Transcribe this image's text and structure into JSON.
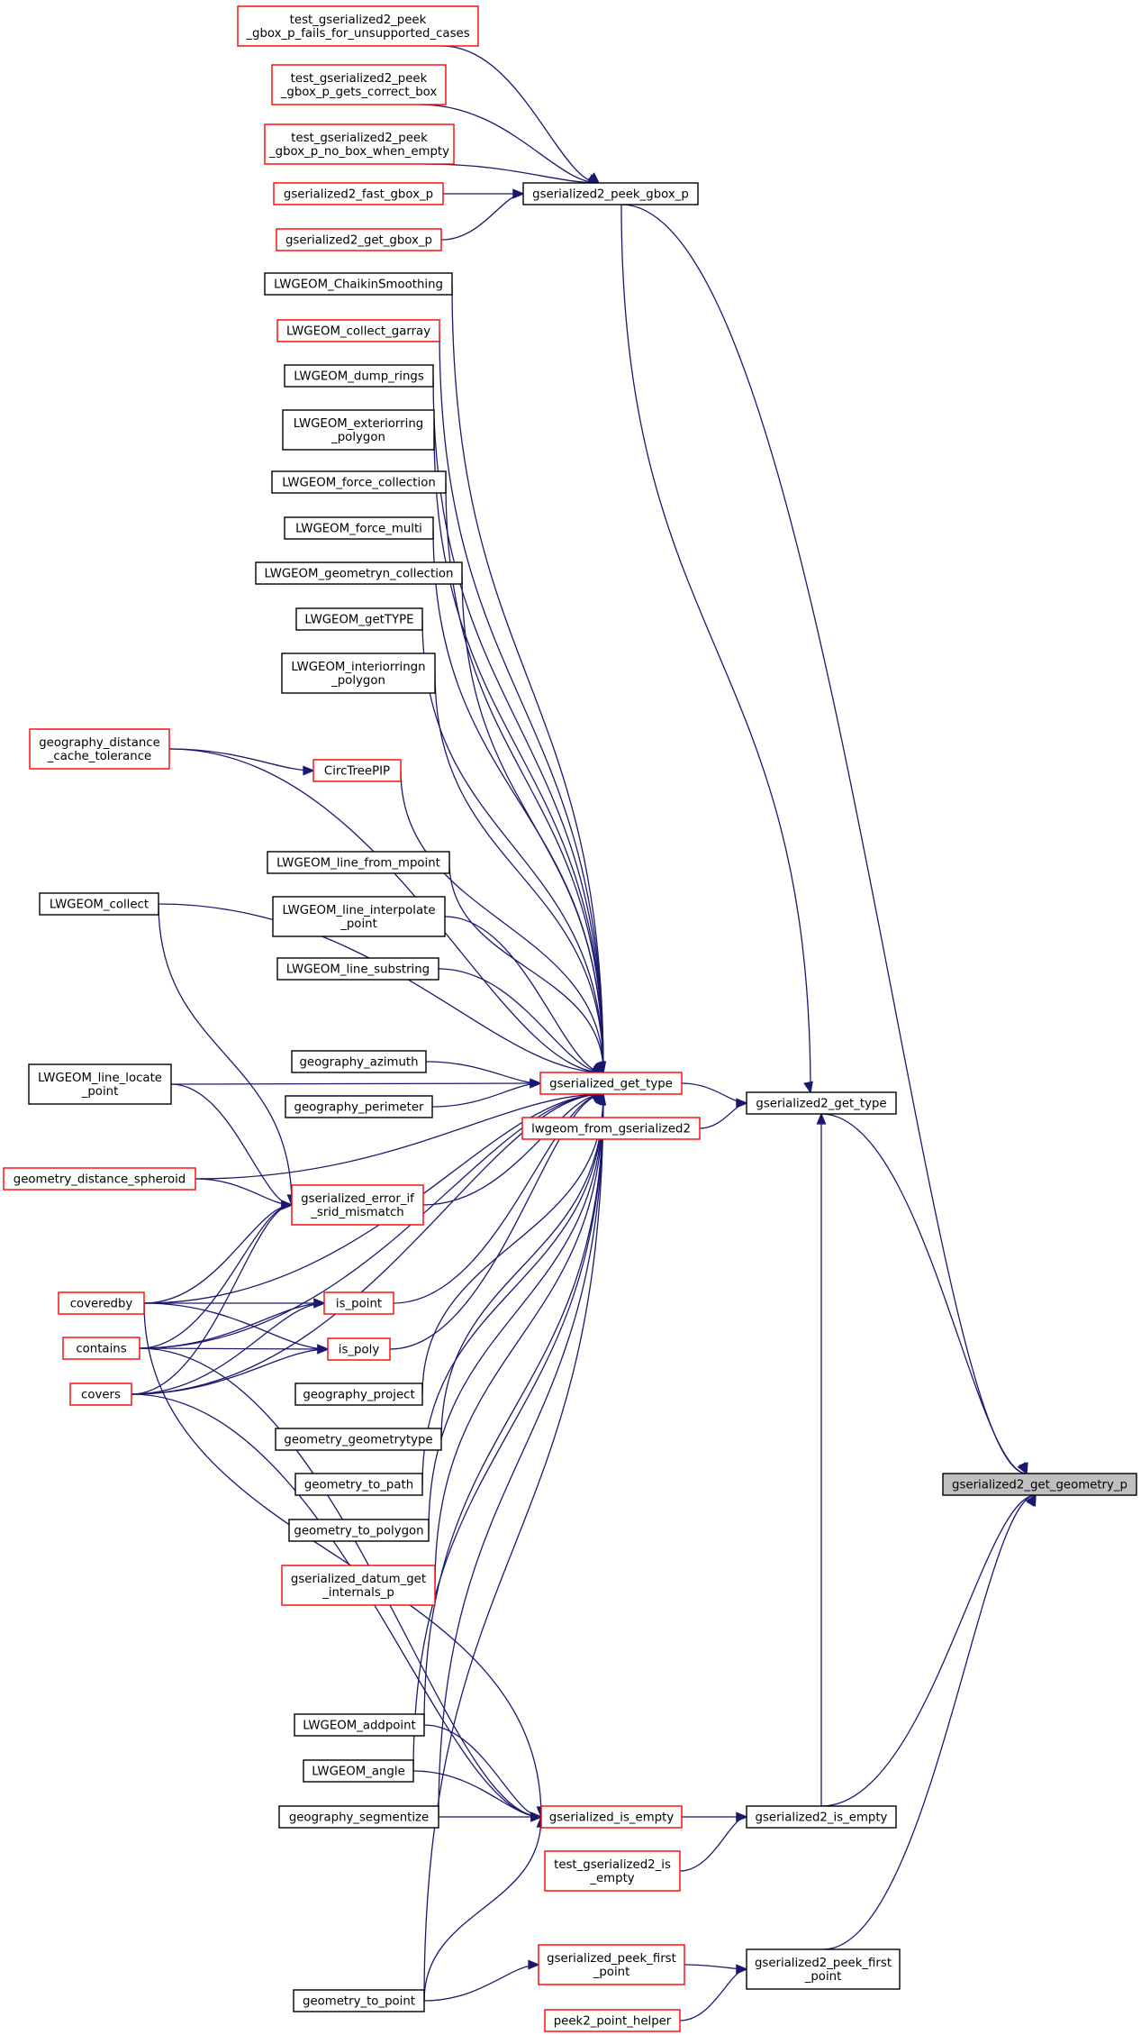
{
  "colors": {
    "edge": "#191970",
    "border_normal": "#000000",
    "border_link": "#ff0000",
    "focus_fill": "#bfbfbf"
  },
  "nodes": [
    {
      "id": "target",
      "lines": [
        "gserialized2_get_geometry_p"
      ],
      "style": "focus"
    },
    {
      "id": "peek_gbox_p",
      "lines": [
        "gserialized2_peek_gbox_p"
      ],
      "style": "normal"
    },
    {
      "id": "g2_get_type",
      "lines": [
        "gserialized2_get_type"
      ],
      "style": "normal"
    },
    {
      "id": "g2_is_empty",
      "lines": [
        "gserialized2_is_empty"
      ],
      "style": "normal"
    },
    {
      "id": "g2_peek_first_point",
      "lines": [
        "gserialized2_peek_first",
        "_point"
      ],
      "style": "normal"
    },
    {
      "id": "t_unsupported",
      "lines": [
        "test_gserialized2_peek",
        "_gbox_p_fails_for_unsupported_cases"
      ],
      "style": "link"
    },
    {
      "id": "t_correct_box",
      "lines": [
        "test_gserialized2_peek",
        "_gbox_p_gets_correct_box"
      ],
      "style": "link"
    },
    {
      "id": "t_no_box",
      "lines": [
        "test_gserialized2_peek",
        "_gbox_p_no_box_when_empty"
      ],
      "style": "link"
    },
    {
      "id": "fast_gbox",
      "lines": [
        "gserialized2_fast_gbox_p"
      ],
      "style": "link"
    },
    {
      "id": "get_gbox",
      "lines": [
        "gserialized2_get_gbox_p"
      ],
      "style": "link"
    },
    {
      "id": "chaikin",
      "lines": [
        "LWGEOM_ChaikinSmoothing"
      ],
      "style": "normal"
    },
    {
      "id": "collect_garray",
      "lines": [
        "LWGEOM_collect_garray"
      ],
      "style": "link"
    },
    {
      "id": "dump_rings",
      "lines": [
        "LWGEOM_dump_rings"
      ],
      "style": "normal"
    },
    {
      "id": "exteriorring",
      "lines": [
        "LWGEOM_exteriorring",
        "_polygon"
      ],
      "style": "normal"
    },
    {
      "id": "force_collection",
      "lines": [
        "LWGEOM_force_collection"
      ],
      "style": "normal"
    },
    {
      "id": "force_multi",
      "lines": [
        "LWGEOM_force_multi"
      ],
      "style": "normal"
    },
    {
      "id": "geometryn_collection",
      "lines": [
        "LWGEOM_geometryn_collection"
      ],
      "style": "normal"
    },
    {
      "id": "gettype",
      "lines": [
        "LWGEOM_getTYPE"
      ],
      "style": "normal"
    },
    {
      "id": "interiorringn",
      "lines": [
        "LWGEOM_interiorringn",
        "_polygon"
      ],
      "style": "normal"
    },
    {
      "id": "geog_dist_cache",
      "lines": [
        "geography_distance",
        "_cache_tolerance"
      ],
      "style": "link"
    },
    {
      "id": "circtreepip",
      "lines": [
        "CircTreePIP"
      ],
      "style": "link"
    },
    {
      "id": "line_from_mpoint",
      "lines": [
        "LWGEOM_line_from_mpoint"
      ],
      "style": "normal"
    },
    {
      "id": "lw_collect",
      "lines": [
        "LWGEOM_collect"
      ],
      "style": "normal"
    },
    {
      "id": "line_interpolate",
      "lines": [
        "LWGEOM_line_interpolate",
        "_point"
      ],
      "style": "normal"
    },
    {
      "id": "line_substring",
      "lines": [
        "LWGEOM_line_substring"
      ],
      "style": "normal"
    },
    {
      "id": "line_locate",
      "lines": [
        "LWGEOM_line_locate",
        "_point"
      ],
      "style": "normal"
    },
    {
      "id": "geog_azimuth",
      "lines": [
        "geography_azimuth"
      ],
      "style": "normal"
    },
    {
      "id": "gs_get_type",
      "lines": [
        "gserialized_get_type"
      ],
      "style": "link"
    },
    {
      "id": "geog_perimeter",
      "lines": [
        "geography_perimeter"
      ],
      "style": "normal"
    },
    {
      "id": "lwgeom_from_gs2",
      "lines": [
        "lwgeom_from_gserialized2"
      ],
      "style": "link"
    },
    {
      "id": "geom_dist_spheroid",
      "lines": [
        "geometry_distance_spheroid"
      ],
      "style": "link"
    },
    {
      "id": "srid_mismatch",
      "lines": [
        "gserialized_error_if",
        "_srid_mismatch"
      ],
      "style": "link"
    },
    {
      "id": "coveredby",
      "lines": [
        "coveredby"
      ],
      "style": "link"
    },
    {
      "id": "is_point",
      "lines": [
        "is_point"
      ],
      "style": "link"
    },
    {
      "id": "contains",
      "lines": [
        "contains"
      ],
      "style": "link"
    },
    {
      "id": "is_poly",
      "lines": [
        "is_poly"
      ],
      "style": "link"
    },
    {
      "id": "covers",
      "lines": [
        "covers"
      ],
      "style": "link"
    },
    {
      "id": "geog_project",
      "lines": [
        "geography_project"
      ],
      "style": "normal"
    },
    {
      "id": "geom_geometrytype",
      "lines": [
        "geometry_geometrytype"
      ],
      "style": "normal"
    },
    {
      "id": "geom_to_path",
      "lines": [
        "geometry_to_path"
      ],
      "style": "normal"
    },
    {
      "id": "geom_to_polygon",
      "lines": [
        "geometry_to_polygon"
      ],
      "style": "normal"
    },
    {
      "id": "datum_get_internals",
      "lines": [
        "gserialized_datum_get",
        "_internals_p"
      ],
      "style": "link"
    },
    {
      "id": "addpoint",
      "lines": [
        "LWGEOM_addpoint"
      ],
      "style": "normal"
    },
    {
      "id": "lw_angle",
      "lines": [
        "LWGEOM_angle"
      ],
      "style": "normal"
    },
    {
      "id": "geog_segmentize",
      "lines": [
        "geography_segmentize"
      ],
      "style": "normal"
    },
    {
      "id": "gs_is_empty",
      "lines": [
        "gserialized_is_empty"
      ],
      "style": "link"
    },
    {
      "id": "t_is_empty",
      "lines": [
        "test_gserialized2_is",
        "_empty"
      ],
      "style": "link"
    },
    {
      "id": "gs_peek_first",
      "lines": [
        "gserialized_peek_first",
        "_point"
      ],
      "style": "link"
    },
    {
      "id": "geom_to_point",
      "lines": [
        "geometry_to_point"
      ],
      "style": "normal"
    },
    {
      "id": "peek2_helper",
      "lines": [
        "peek2_point_helper"
      ],
      "style": "link"
    }
  ],
  "edges": [
    [
      "peek_gbox_p",
      "target"
    ],
    [
      "g2_get_type",
      "target"
    ],
    [
      "g2_is_empty",
      "target"
    ],
    [
      "g2_peek_first_point",
      "target"
    ],
    [
      "t_unsupported",
      "peek_gbox_p"
    ],
    [
      "t_correct_box",
      "peek_gbox_p"
    ],
    [
      "t_no_box",
      "peek_gbox_p"
    ],
    [
      "fast_gbox",
      "peek_gbox_p"
    ],
    [
      "get_gbox",
      "peek_gbox_p"
    ],
    [
      "peek_gbox_p",
      "g2_get_type"
    ],
    [
      "gs_get_type",
      "g2_get_type"
    ],
    [
      "lwgeom_from_gs2",
      "g2_get_type"
    ],
    [
      "chaikin",
      "gs_get_type"
    ],
    [
      "collect_garray",
      "gs_get_type"
    ],
    [
      "dump_rings",
      "gs_get_type"
    ],
    [
      "exteriorring",
      "gs_get_type"
    ],
    [
      "force_collection",
      "gs_get_type"
    ],
    [
      "force_multi",
      "gs_get_type"
    ],
    [
      "geometryn_collection",
      "gs_get_type"
    ],
    [
      "gettype",
      "gs_get_type"
    ],
    [
      "interiorringn",
      "gs_get_type"
    ],
    [
      "geog_dist_cache",
      "gs_get_type"
    ],
    [
      "circtreepip",
      "gs_get_type"
    ],
    [
      "line_from_mpoint",
      "gs_get_type"
    ],
    [
      "lw_collect",
      "gs_get_type"
    ],
    [
      "line_interpolate",
      "gs_get_type"
    ],
    [
      "line_substring",
      "gs_get_type"
    ],
    [
      "line_locate",
      "gs_get_type"
    ],
    [
      "geog_azimuth",
      "gs_get_type"
    ],
    [
      "geog_perimeter",
      "gs_get_type"
    ],
    [
      "geom_dist_spheroid",
      "gs_get_type"
    ],
    [
      "srid_mismatch",
      "gs_get_type"
    ],
    [
      "coveredby",
      "gs_get_type"
    ],
    [
      "is_point",
      "gs_get_type"
    ],
    [
      "is_poly",
      "gs_get_type"
    ],
    [
      "contains",
      "gs_get_type"
    ],
    [
      "covers",
      "gs_get_type"
    ],
    [
      "geog_project",
      "gs_get_type"
    ],
    [
      "geom_geometrytype",
      "gs_get_type"
    ],
    [
      "geom_to_path",
      "gs_get_type"
    ],
    [
      "geom_to_polygon",
      "gs_get_type"
    ],
    [
      "datum_get_internals",
      "gs_get_type"
    ],
    [
      "addpoint",
      "gs_get_type"
    ],
    [
      "lw_angle",
      "gs_get_type"
    ],
    [
      "geog_segmentize",
      "gs_get_type"
    ],
    [
      "geom_to_point",
      "gs_get_type"
    ],
    [
      "geog_dist_cache",
      "circtreepip"
    ],
    [
      "lw_collect",
      "srid_mismatch"
    ],
    [
      "line_locate",
      "srid_mismatch"
    ],
    [
      "geom_dist_spheroid",
      "srid_mismatch"
    ],
    [
      "coveredby",
      "srid_mismatch"
    ],
    [
      "contains",
      "srid_mismatch"
    ],
    [
      "covers",
      "srid_mismatch"
    ],
    [
      "coveredby",
      "is_point"
    ],
    [
      "contains",
      "is_point"
    ],
    [
      "covers",
      "is_point"
    ],
    [
      "coveredby",
      "is_poly"
    ],
    [
      "contains",
      "is_poly"
    ],
    [
      "covers",
      "is_poly"
    ],
    [
      "g2_is_empty",
      "g2_get_type"
    ],
    [
      "gs_is_empty",
      "g2_is_empty"
    ],
    [
      "t_is_empty",
      "g2_is_empty"
    ],
    [
      "addpoint",
      "gs_is_empty"
    ],
    [
      "lw_angle",
      "gs_is_empty"
    ],
    [
      "geog_segmentize",
      "gs_is_empty"
    ],
    [
      "coveredby",
      "gs_is_empty"
    ],
    [
      "contains",
      "gs_is_empty"
    ],
    [
      "covers",
      "gs_is_empty"
    ],
    [
      "geom_to_point",
      "gs_is_empty"
    ],
    [
      "gs_peek_first",
      "g2_peek_first_point"
    ],
    [
      "peek2_helper",
      "g2_peek_first_point"
    ],
    [
      "geom_to_point",
      "gs_peek_first"
    ]
  ]
}
